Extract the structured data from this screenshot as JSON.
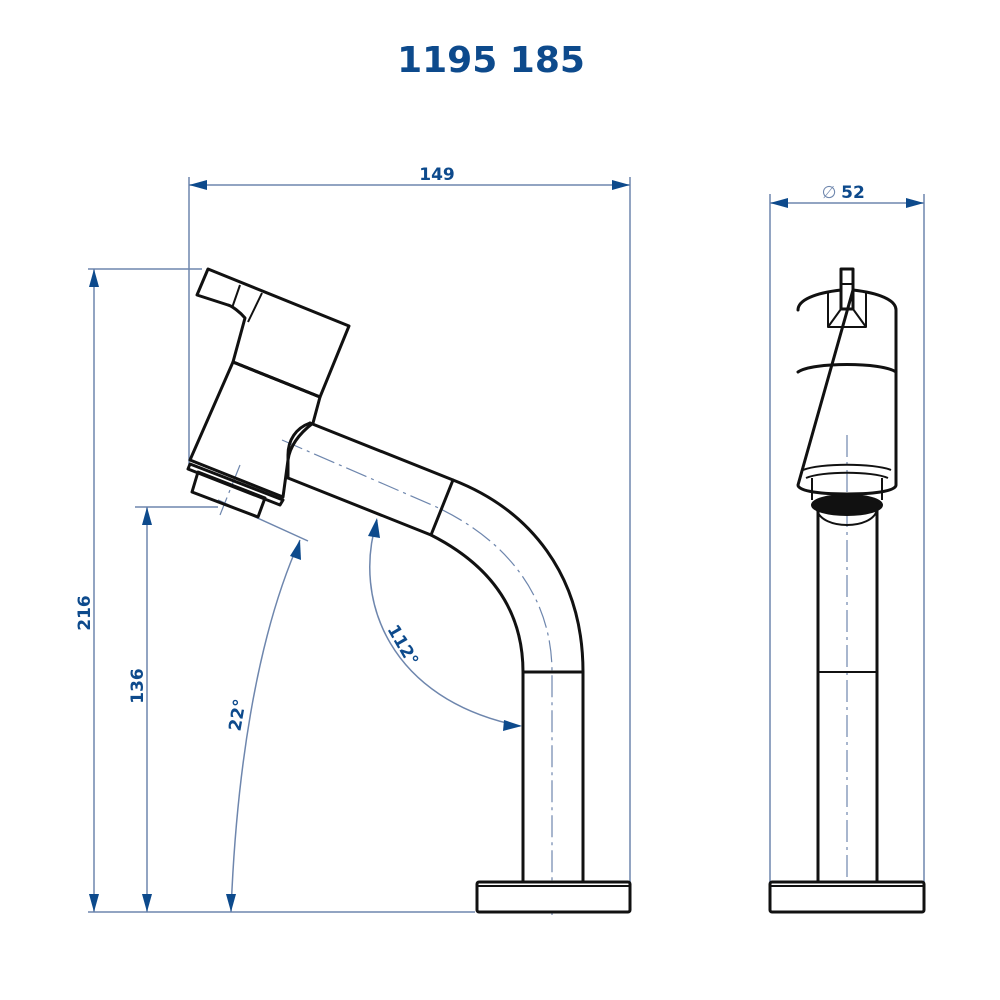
{
  "drawing": {
    "title": "1195 185",
    "colors": {
      "accent": "#0d4a8c",
      "dimension_line": "#6e86ad",
      "outline": "#111111",
      "background": "#ffffff"
    },
    "side_view": {
      "dimensions": {
        "overall_width": "149",
        "overall_height": "216",
        "spout_height": "136",
        "spout_angle": "22°",
        "bend_angle": "112°"
      }
    },
    "front_view": {
      "dimensions": {
        "diameter_symbol": "∅",
        "diameter": "52"
      }
    }
  }
}
